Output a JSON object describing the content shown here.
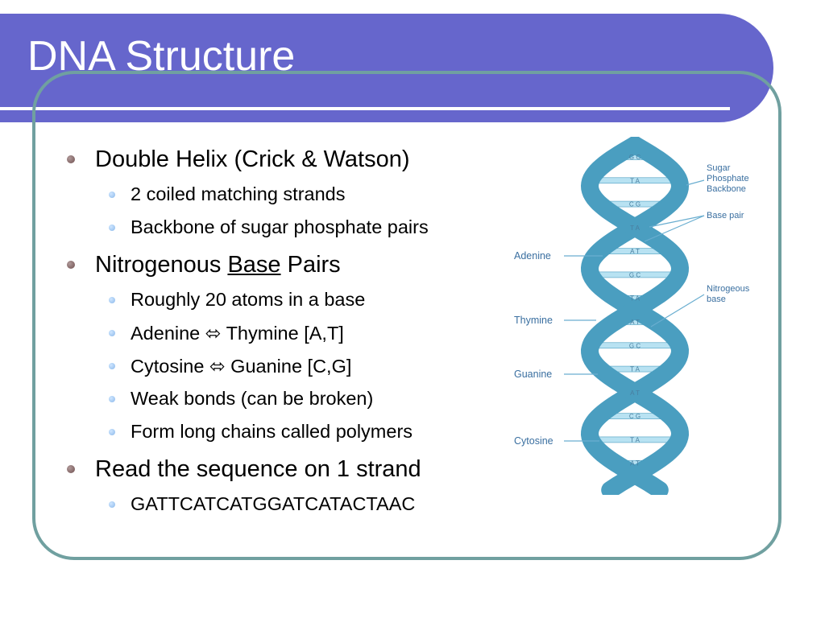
{
  "slide": {
    "title": "DNA Structure",
    "bullets": [
      {
        "text": "Double Helix (Crick & Watson)",
        "sub": [
          "2 coiled matching strands",
          "Backbone of sugar phosphate pairs"
        ]
      },
      {
        "text_before": "Nitrogenous ",
        "text_underlined": "Base",
        "text_after": " Pairs",
        "sub": [
          "Roughly 20 atoms in a base",
          "Adenine ⬄ Thymine [A,T]",
          "Cytosine ⬄ Guanine [C,G]",
          "Weak bonds (can be broken)",
          "Form long chains called polymers"
        ]
      },
      {
        "text": "Read the sequence on 1 strand",
        "sub": [
          "GATTCATCATGGATCATACTAAC"
        ]
      }
    ]
  },
  "figure": {
    "left_labels": [
      "Adenine",
      "Thymine",
      "Guanine",
      "Cytosine"
    ],
    "right_labels": {
      "backbone": [
        "Sugar",
        "Phosphate",
        "Backbone"
      ],
      "base_pair": "Base pair",
      "nitrogenous_base": [
        "Nitrogeous",
        "base"
      ]
    },
    "rungs": [
      "G C",
      "T A",
      "C G",
      "T A",
      "A T",
      "G C",
      "T A",
      "A T",
      "G C",
      "T A",
      "A T",
      "C G",
      "T A",
      "A T"
    ],
    "colors": {
      "strand": "#8fd0e8",
      "strand_edge": "#4a9ec0",
      "label": "#3a6fa0",
      "rung": "#b8e2f2"
    }
  }
}
